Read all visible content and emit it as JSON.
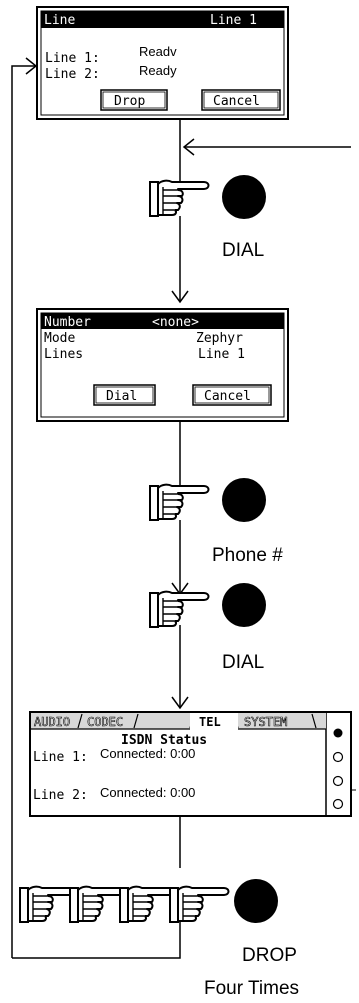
{
  "screen1": {
    "header_left": "Line",
    "header_right": "Line 1",
    "row1_label": "Line 1:",
    "row1_value": "Readv",
    "row2_label": "Line 2:",
    "row2_value": "Ready",
    "button_drop": "Drop",
    "button_cancel": "Cancel"
  },
  "step1": {
    "label": "DIAL"
  },
  "screen2": {
    "row1_label": "Number",
    "row1_value": "<none>",
    "row2_label": "Mode",
    "row2_value": "Zephyr",
    "row3_label": "Lines",
    "row3_value": "Line 1",
    "button_dial": "Dial",
    "button_cancel": "Cancel"
  },
  "step2": {
    "label": "Phone #"
  },
  "step3": {
    "label": "DIAL"
  },
  "screen3": {
    "tabs": [
      "AUDIO",
      "CODEC",
      "TEL",
      "SYSTEM"
    ],
    "title": "ISDN Status",
    "row1_label": "Line 1:",
    "row1_value": "Connected: 0:00",
    "row2_label": "Line 2:",
    "row2_value": "Connected: 0:00"
  },
  "step4": {
    "label_line1": "DROP",
    "label_line2": "Four Times"
  },
  "colors": {
    "line": "#000000",
    "background": "#ffffff",
    "tab_fill": "#ffffff"
  },
  "icons": [
    "pointing-hand-icon",
    "round-button-icon",
    "arrowhead-icon"
  ]
}
